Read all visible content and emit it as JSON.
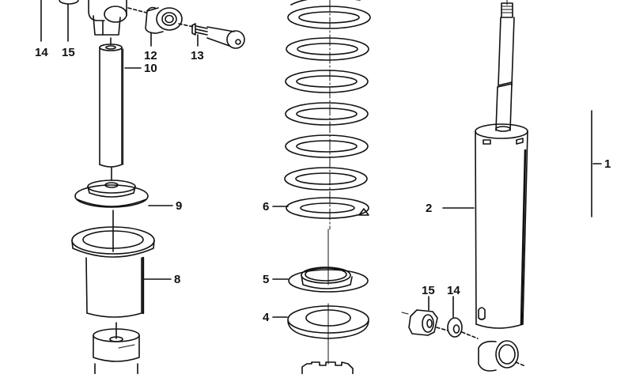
{
  "diagram": {
    "type": "exploded-parts-diagram",
    "subject": "Rear shock absorber and coil spring assembly",
    "line_color": "#111111",
    "background": "#ffffff",
    "labels": [
      {
        "id": "1",
        "text": "1",
        "part": "shock-absorber-assembly-bracket"
      },
      {
        "id": "2",
        "text": "2",
        "part": "shock-absorber"
      },
      {
        "id": "4",
        "text": "4",
        "part": "flat-washer-ring"
      },
      {
        "id": "5",
        "text": "5",
        "part": "spring-seat-lower"
      },
      {
        "id": "6",
        "text": "6",
        "part": "coil-spring"
      },
      {
        "id": "8",
        "text": "8",
        "part": "protective-sleeve"
      },
      {
        "id": "9",
        "text": "9",
        "part": "spring-seat-upper"
      },
      {
        "id": "10",
        "text": "10",
        "part": "spacer-tube"
      },
      {
        "id": "12",
        "text": "12",
        "part": "rubber-bushing"
      },
      {
        "id": "13",
        "text": "13",
        "part": "bolt"
      },
      {
        "id": "14a",
        "text": "14",
        "part": "washer-top"
      },
      {
        "id": "15a",
        "text": "15",
        "part": "nut-top"
      },
      {
        "id": "14b",
        "text": "14",
        "part": "washer-bottom"
      },
      {
        "id": "15b",
        "text": "15",
        "part": "nut-bottom"
      }
    ]
  }
}
